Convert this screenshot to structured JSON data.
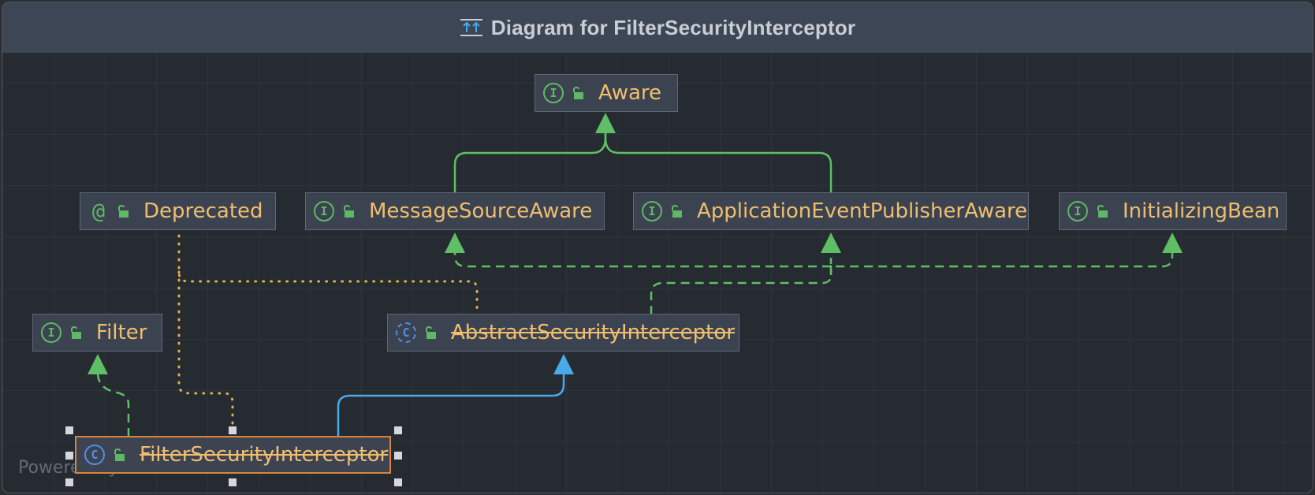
{
  "window": {
    "title": "Diagram for FilterSecurityInterceptor",
    "title_icon": "class-hierarchy-icon"
  },
  "nodes": {
    "aware": {
      "label": "Aware",
      "kind": "interface",
      "kind_glyph": "I"
    },
    "deprecated": {
      "label": "Deprecated",
      "kind": "annotation",
      "kind_glyph": "@"
    },
    "message_source_aware": {
      "label": "MessageSourceAware",
      "kind": "interface",
      "kind_glyph": "I"
    },
    "application_event_publisher_aware": {
      "label": "ApplicationEventPublisherAware",
      "kind": "interface",
      "kind_glyph": "I"
    },
    "initializing_bean": {
      "label": "InitializingBean",
      "kind": "interface",
      "kind_glyph": "I"
    },
    "filter": {
      "label": "Filter",
      "kind": "interface",
      "kind_glyph": "I"
    },
    "abstract_security_interceptor": {
      "label": "AbstractSecurityInterceptor",
      "kind": "abstract-class",
      "kind_glyph": "C",
      "deprecated": true
    },
    "filter_security_interceptor": {
      "label": "FilterSecurityInterceptor",
      "kind": "class",
      "kind_glyph": "C",
      "deprecated": true,
      "selected": true
    }
  },
  "edges": [
    {
      "from": "message_source_aware",
      "to": "aware",
      "type": "extends",
      "style": "solid",
      "color": "#5fbf66"
    },
    {
      "from": "application_event_publisher_aware",
      "to": "aware",
      "type": "extends",
      "style": "solid",
      "color": "#5fbf66"
    },
    {
      "from": "abstract_security_interceptor",
      "to": "message_source_aware",
      "type": "implements",
      "style": "dashed",
      "color": "#5fbf66"
    },
    {
      "from": "abstract_security_interceptor",
      "to": "application_event_publisher_aware",
      "type": "implements",
      "style": "dashed",
      "color": "#5fbf66"
    },
    {
      "from": "abstract_security_interceptor",
      "to": "initializing_bean",
      "type": "implements",
      "style": "dashed",
      "color": "#5fbf66"
    },
    {
      "from": "filter_security_interceptor",
      "to": "filter",
      "type": "implements",
      "style": "dashed",
      "color": "#5fbf66"
    },
    {
      "from": "filter_security_interceptor",
      "to": "abstract_security_interceptor",
      "type": "extends",
      "style": "solid",
      "color": "#4aa8ec"
    },
    {
      "from": "abstract_security_interceptor",
      "to": "deprecated",
      "type": "annotated",
      "style": "dotted",
      "color": "#e2b04a"
    },
    {
      "from": "filter_security_interceptor",
      "to": "deprecated",
      "type": "annotated",
      "style": "dotted",
      "color": "#e2b04a"
    }
  ],
  "colors": {
    "canvas": "#262a31",
    "titlebar": "#3d4654",
    "node_fill": "#3c4350",
    "node_label": "#f0be6e",
    "interface_icon": "#5fb865",
    "class_icon": "#4f8fe8",
    "selection": "#d9853b"
  },
  "watermark": {
    "text": "Powered by"
  }
}
